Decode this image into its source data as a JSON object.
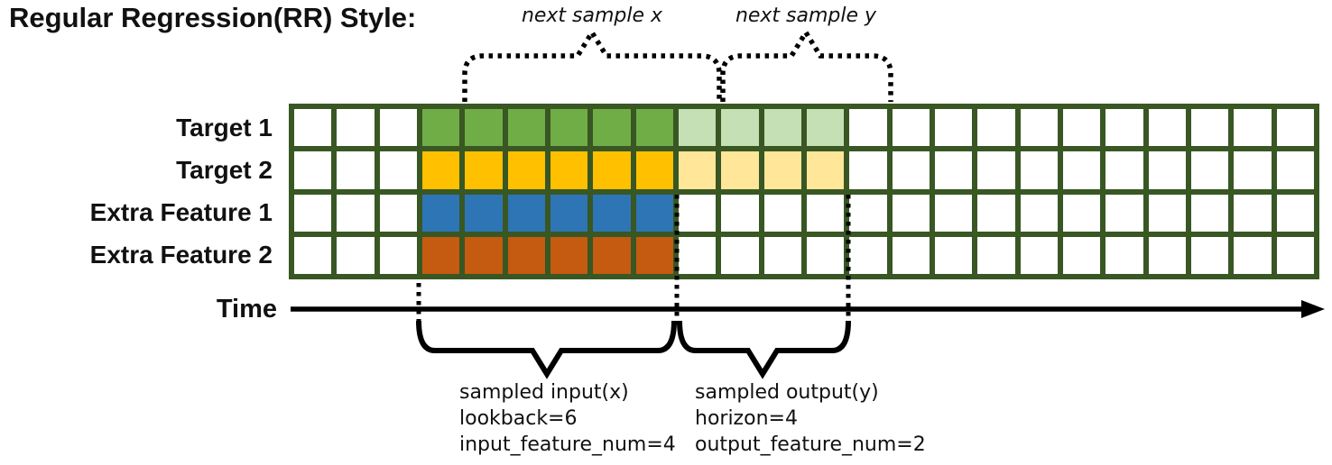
{
  "title": "Regular Regression(RR) Style:",
  "top_annotations": [
    {
      "label": "next sample x"
    },
    {
      "label": "next sample y"
    }
  ],
  "grid": {
    "columns": 24,
    "rows": [
      {
        "label": "Target 1",
        "segments": [
          {
            "count": 3,
            "color": "white"
          },
          {
            "count": 6,
            "color": "green"
          },
          {
            "count": 4,
            "color": "light_green"
          },
          {
            "count": 11,
            "color": "white"
          }
        ]
      },
      {
        "label": "Target 2",
        "segments": [
          {
            "count": 3,
            "color": "white"
          },
          {
            "count": 6,
            "color": "yellow"
          },
          {
            "count": 4,
            "color": "light_yellow"
          },
          {
            "count": 11,
            "color": "white"
          }
        ]
      },
      {
        "label": "Extra Feature 1",
        "segments": [
          {
            "count": 3,
            "color": "white"
          },
          {
            "count": 6,
            "color": "blue"
          },
          {
            "count": 15,
            "color": "white"
          }
        ]
      },
      {
        "label": "Extra Feature 2",
        "segments": [
          {
            "count": 3,
            "color": "white"
          },
          {
            "count": 6,
            "color": "orange"
          },
          {
            "count": 15,
            "color": "white"
          }
        ]
      }
    ]
  },
  "time_axis": {
    "label": "Time"
  },
  "bottom_annotations": [
    {
      "lines": [
        "sampled input(x)",
        "lookback=6",
        "input_feature_num=4"
      ]
    },
    {
      "lines": [
        "sampled output(y)",
        "horizon=4",
        "output_feature_num=2"
      ]
    }
  ],
  "colors": {
    "grid_border": "#385723",
    "green": "#70AD47",
    "light_green": "#C5E0B4",
    "yellow": "#FFC000",
    "light_yellow": "#FFE699",
    "blue": "#2E75B6",
    "orange": "#C55A11",
    "white": "#FFFFFF",
    "annotation": "#000000"
  }
}
